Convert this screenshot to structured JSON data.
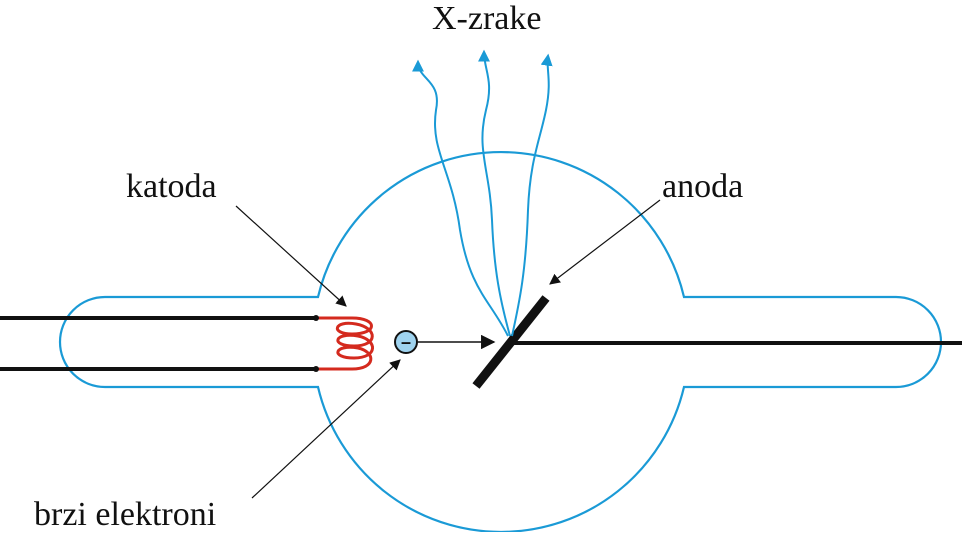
{
  "labels": {
    "xray": "X-zrake",
    "cathode": "katoda",
    "anode": "anoda",
    "electrons": "brzi elektroni"
  },
  "electron_symbol": "–",
  "colors": {
    "tube_outline": "#1a9ad6",
    "xray_lines": "#1a9ad6",
    "filament": "#d42a1e",
    "wires": "#111111",
    "electron_fill": "#9fd3ef",
    "text": "#111111"
  },
  "icons": {
    "electron": "electron-icon",
    "arrow": "arrow-icon"
  }
}
